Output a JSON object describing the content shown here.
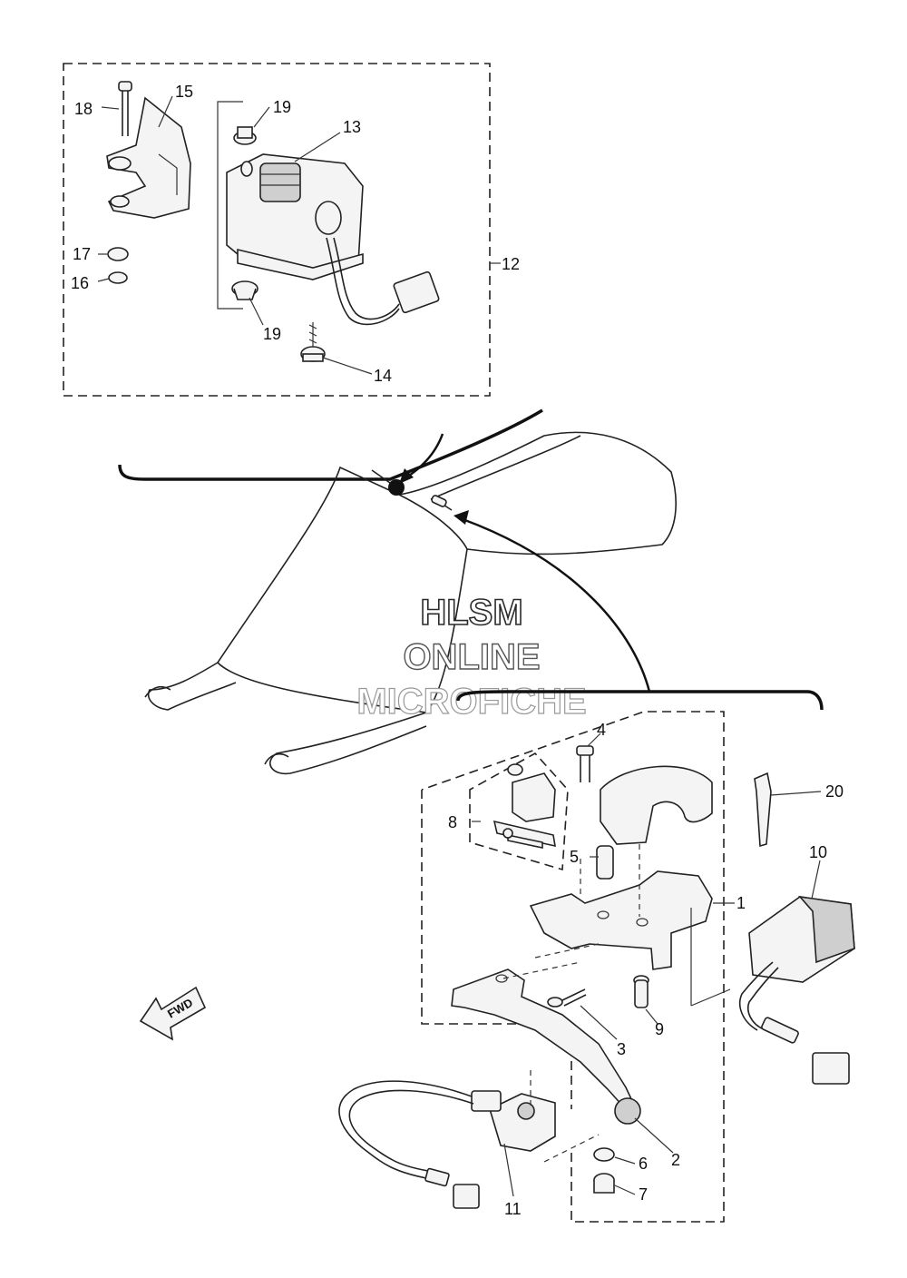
{
  "watermark": {
    "line1": "HLSM",
    "line2": "ONLINE",
    "line3": "MICROFICHE"
  },
  "fwd_label": "FWD",
  "callouts": {
    "c1": "1",
    "c2": "2",
    "c3": "3",
    "c4": "4",
    "c5": "5",
    "c6": "6",
    "c7": "7",
    "c8": "8",
    "c9": "9",
    "c10": "10",
    "c11": "11",
    "c12": "12",
    "c13": "13",
    "c14": "14",
    "c15": "15",
    "c16": "16",
    "c17": "17",
    "c18": "18",
    "c19a": "19",
    "c19b": "19",
    "c20": "20"
  }
}
